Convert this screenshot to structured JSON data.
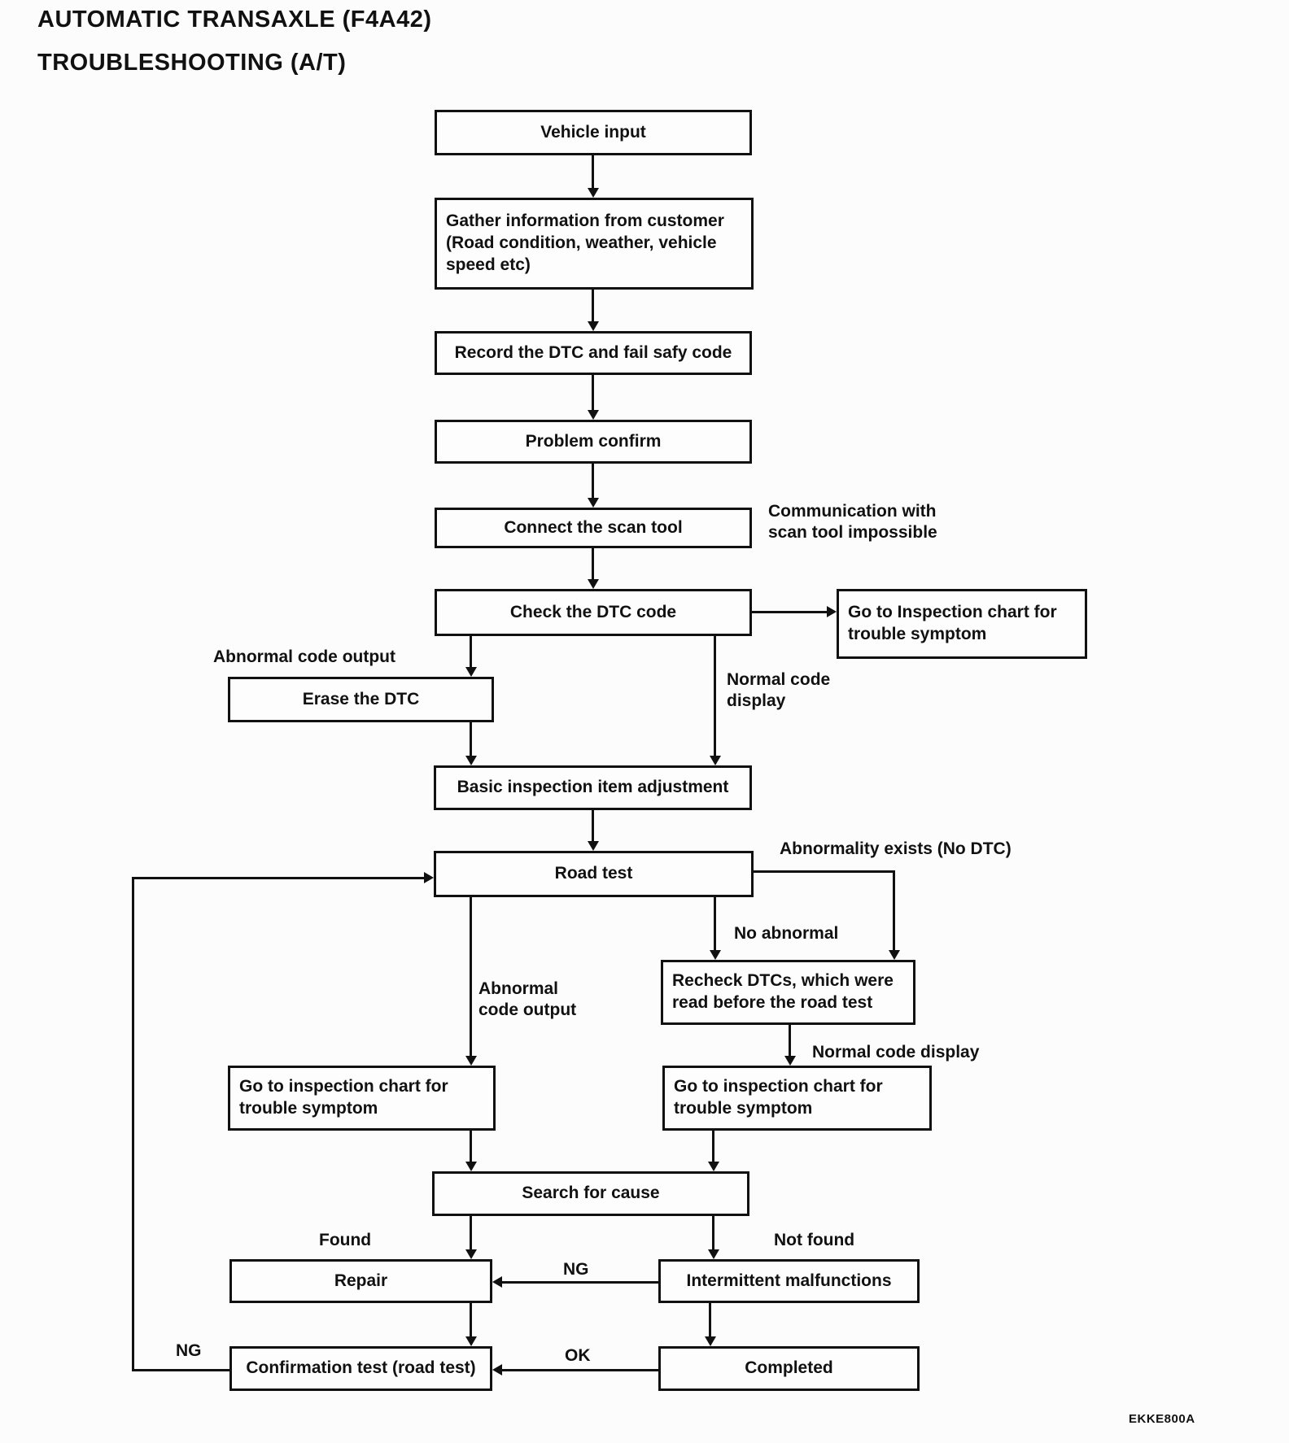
{
  "page": {
    "title_line1": "AUTOMATIC TRANSAXLE (F4A42)",
    "title_line2": "TROUBLESHOOTING (A/T)",
    "figure_code": "EKKE800A"
  },
  "nodes": {
    "vehicle_input": "Vehicle input",
    "gather_info": "Gather information from customer (Road condition, weather, vehicle speed etc)",
    "record_dtc": "Record the DTC and fail safy code",
    "problem_confirm": "Problem confirm",
    "connect_scan_tool": "Connect the scan tool",
    "check_dtc": "Check the DTC code",
    "goto_inspection_top": "Go to Inspection chart for trouble symptom",
    "erase_dtc": "Erase the DTC",
    "basic_inspection": "Basic inspection item adjustment",
    "road_test": "Road test",
    "recheck_dtcs": "Recheck DTCs, which were read before the road test",
    "goto_inspection_left": "Go to inspection chart for trouble symptom",
    "goto_inspection_right": "Go to inspection chart for trouble symptom",
    "search_for_cause": "Search for cause",
    "repair": "Repair",
    "intermittent_malfunctions": "Intermittent malfunctions",
    "confirmation_test": "Confirmation test (road test)",
    "completed": "Completed"
  },
  "edge_labels": {
    "communication_impossible": "Communication with scan tool impossible",
    "abnormal_code_output_upper": "Abnormal code output",
    "normal_code_display_upper": "Normal code display",
    "abnormality_exists": "Abnormality exists (No DTC)",
    "no_abnormal": "No abnormal",
    "abnormal_code_output_lower": "Abnormal code output",
    "normal_code_display_lower": "Normal code display",
    "found": "Found",
    "not_found": "Not found",
    "ng_intermittent": "NG",
    "ok": "OK",
    "ng_loop": "NG"
  }
}
